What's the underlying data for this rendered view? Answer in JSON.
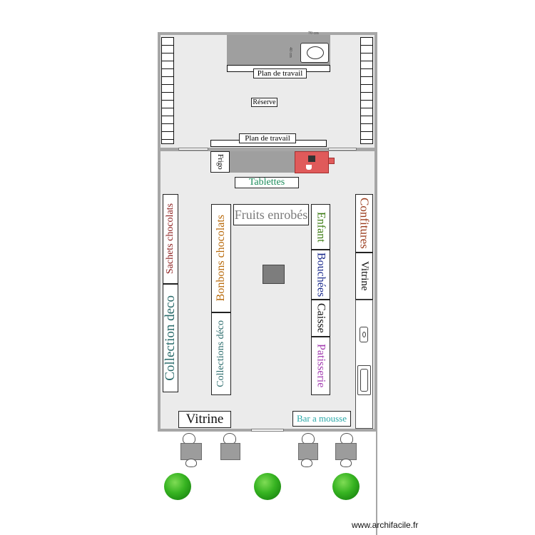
{
  "labels": {
    "dim_width": "70 cm",
    "dim_height": "40 cm",
    "plan_travail_top": "Plan de travail",
    "reserve": "Réserve",
    "plan_travail_mid": "Plan de travail",
    "frigo": "Frigo",
    "tablettes": "Tablettes",
    "sachets": "Sachets chocolats",
    "bonbons": "Bonbons chocolats",
    "fruits": "Fruits enrobés",
    "enfant": "Enfant",
    "confitures": "Confitures",
    "bouchees": "Bouchées",
    "vitrine_right": "Vitrine",
    "collection_deco": "Collection deco",
    "collections_deco": "Collections déco",
    "caisse": "Caisse",
    "patisserie": "Patisserie",
    "vitrine_bottom": "Vitrine",
    "bar_mousse": "Bar a mousse",
    "watermark": "www.archifacile.fr"
  },
  "colors": {
    "tablettes": "#1a8c5a",
    "sachets": "#8b1d1d",
    "bonbons": "#b8690a",
    "fruits": "#7a7a7a",
    "enfant": "#3a7a10",
    "confitures": "#9a3b1c",
    "bouchees": "#1a2a8c",
    "vitrine": "#111111",
    "collection": "#2a6b6b",
    "caisse": "#111111",
    "patisserie": "#a23cb0",
    "bar_mousse": "#2aa8a8"
  }
}
